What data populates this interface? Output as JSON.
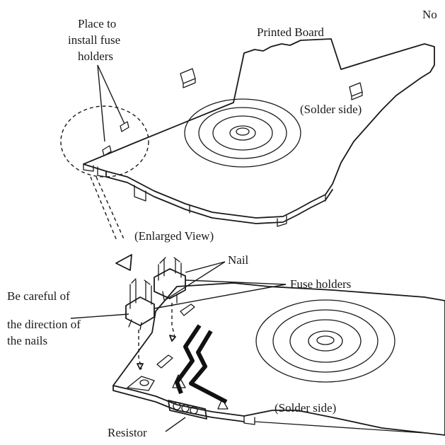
{
  "header": {
    "corner_text": "No"
  },
  "labels": {
    "place_to_install": [
      "Place to",
      "install fuse",
      "holders"
    ],
    "printed_board": "Printed Board",
    "solder_side_top": "(Solder side)",
    "enlarged_view": "(Enlarged View)",
    "nail": "Nail",
    "fuse_holders": "Fuse holders",
    "be_careful": [
      "Be careful of",
      "the direction of",
      "the nails"
    ],
    "solder_side_bottom": "(Solder side)",
    "resistor": "Resistor"
  }
}
